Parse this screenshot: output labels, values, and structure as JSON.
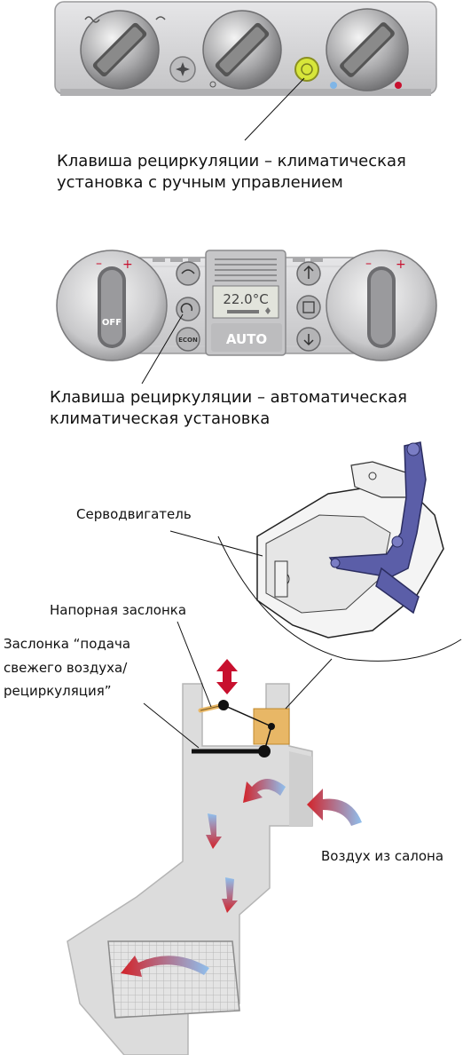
{
  "labels": {
    "manual_recirc": "Клавиша рециркуляции – климатическая установка с ручным управлением",
    "manual_recirc_line1": "Клавиша рециркуляции – климатическая",
    "manual_recirc_line2": "установка с ручным управлением",
    "auto_recirc_line1": "Клавиша рециркуляции – автоматическая",
    "auto_recirc_line2": "климатическая установка",
    "servo": "Серводвигатель",
    "pressure_flap": "Напорная заслонка",
    "fresh_flap_line1": "Заслонка “подача",
    "fresh_flap_line2": "свежего воздуха/",
    "fresh_flap_line3": "рециркуляция”",
    "cabin_air": "Воздух из салона"
  },
  "auto_panel": {
    "display_temp": "22.0°C",
    "auto_button": "AUTO",
    "off_label": "OFF",
    "econ_label": "ECON"
  },
  "colors": {
    "panel": "#d4d4d6",
    "duct": "#dcdcdc",
    "recirc_button": "#d7e63a",
    "warm": "#c8102e",
    "cool": "#7fb5e6",
    "servo_box": "#e8b766",
    "flap_lever": "#5b5ea8"
  }
}
